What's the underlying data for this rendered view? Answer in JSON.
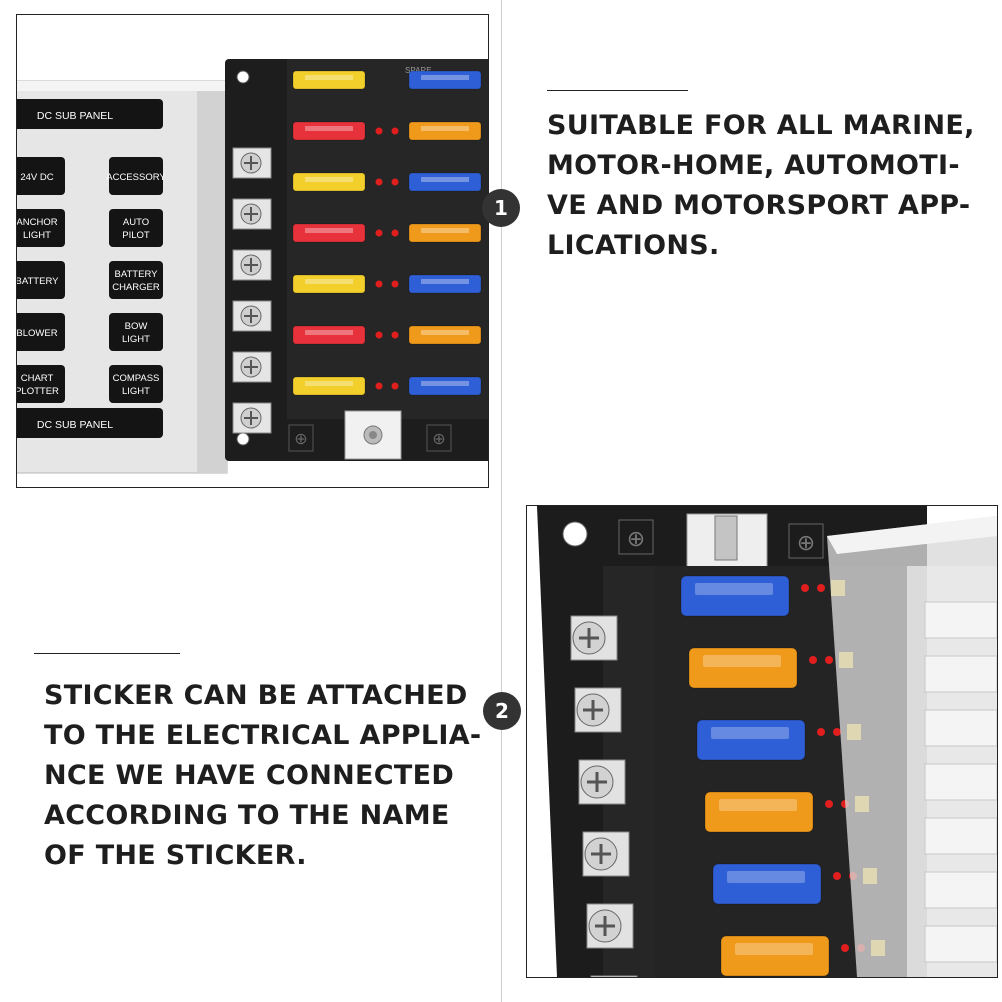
{
  "panel": {
    "header_label": "DC SUB PANEL",
    "footer_label": "DC SUB PANEL",
    "left_labels": [
      "24V DC",
      "ANCHOR|LIGHT",
      "BATTERY",
      "BLOWER",
      "CHART|PLOTTER"
    ],
    "right_labels": [
      "ACCESSORY",
      "AUTO|PILOT",
      "BATTERY|CHARGER",
      "BOW|LIGHT",
      "COMPASS|LIGHT"
    ],
    "spare_label": "SPARE"
  },
  "features": [
    {
      "number": "1",
      "lines": [
        "SUITABLE FOR ALL MARINE,",
        "MOTOR-HOME, AUTOMOTI-",
        "VE AND MOTORSPORT APP-",
        "LICATIONS."
      ]
    },
    {
      "number": "2",
      "lines": [
        "STICKER CAN BE ATTACHED",
        "TO THE ELECTRICAL APPLIA-",
        "NCE WE HAVE CONNECTED",
        "ACCORDING TO THE NAME",
        "OF THE STICKER."
      ]
    }
  ],
  "colors": {
    "fuse_yellow": "#f2cf2a",
    "fuse_red": "#e8323b",
    "fuse_blue": "#2f5fd6",
    "fuse_orange": "#f09a1c",
    "base_black": "#1d1d1d",
    "led_red": "#e01e1e"
  }
}
